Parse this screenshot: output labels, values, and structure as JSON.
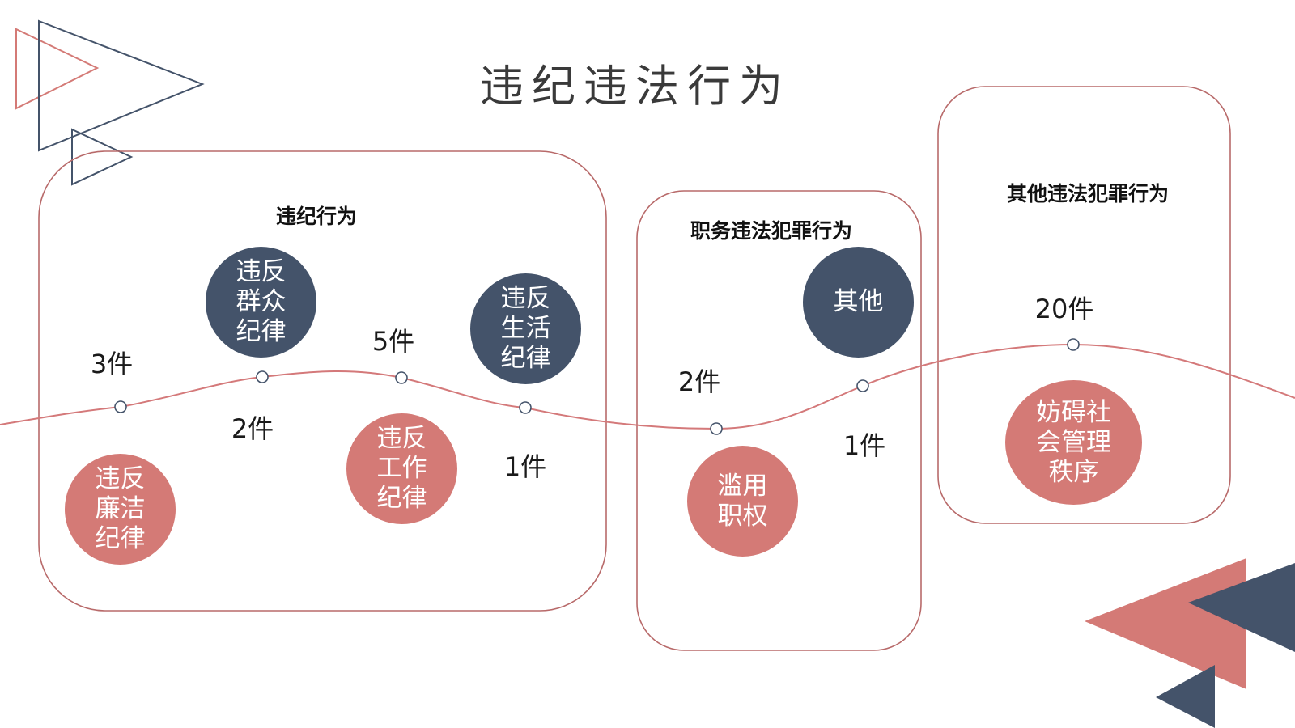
{
  "title": "违纪违法行为",
  "colors": {
    "accent": "#d47a76",
    "dark": "#44536a",
    "frame": "#b86a6a",
    "line": "#d4797a"
  },
  "groups": [
    {
      "title": "违纪行为"
    },
    {
      "title": "职务违法犯罪行为"
    },
    {
      "title": "其他违法犯罪行为"
    }
  ],
  "items": [
    {
      "label": "违反廉洁纪律",
      "count": "3件",
      "tone": "accent"
    },
    {
      "label": "违反群众纪律",
      "count": "2件",
      "tone": "dark"
    },
    {
      "label": "违反工作纪律",
      "count": "5件",
      "tone": "accent"
    },
    {
      "label": "违反生活纪律",
      "count": "1件",
      "tone": "dark"
    },
    {
      "label": "滥用职权",
      "count": "2件",
      "tone": "accent"
    },
    {
      "label": "其他",
      "count": "1件",
      "tone": "dark"
    },
    {
      "label": "妨碍社会管理秩序",
      "count": "20件",
      "tone": "accent"
    }
  ]
}
